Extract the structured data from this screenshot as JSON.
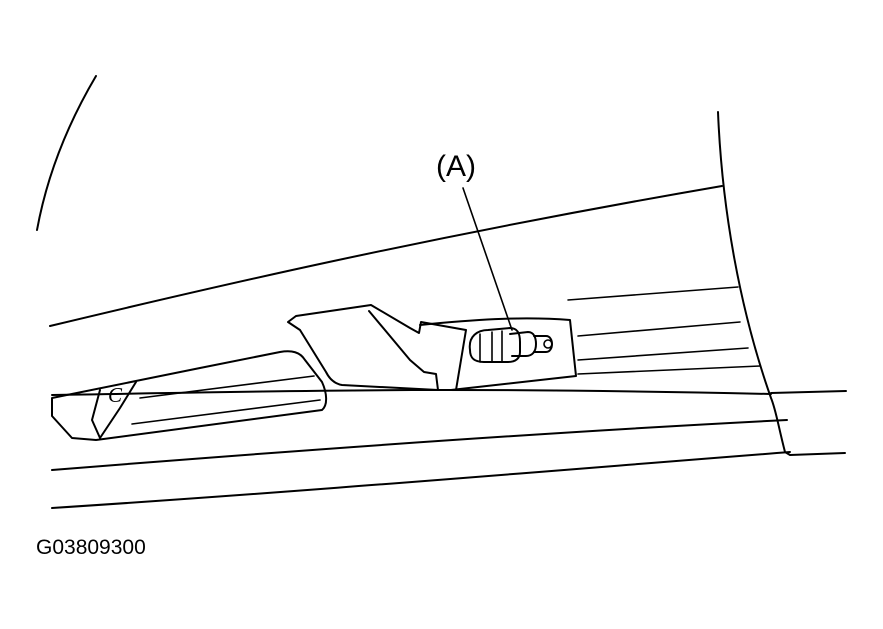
{
  "callout": {
    "label": "(A)"
  },
  "part_mark": "C",
  "figure_id": "G03809300"
}
